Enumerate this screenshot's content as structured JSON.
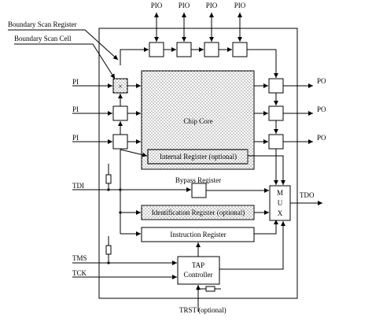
{
  "labels": {
    "boundary_scan_register": "Boundary Scan Register",
    "boundary_scan_cell": "Boundary Scan Cell",
    "pio": "PIO",
    "pi": "PI",
    "po": "PO",
    "chip_core": "Chip Core",
    "internal_register": "Internal Register (optional)",
    "bypass_register": "Bypass Register",
    "identification_register": "Identification Register (optional)",
    "instruction_register": "Instruction Register",
    "tap_line1": "TAP",
    "tap_line2": "Controller",
    "mux_letters": [
      "M",
      "U",
      "X"
    ],
    "tdi": "TDI",
    "tdo": "TDO",
    "tms": "TMS",
    "tck": "TCK",
    "trst": "TRST (optional)"
  },
  "colors": {
    "line": "#000000",
    "fill": "#ffffff",
    "dot_pattern": "#000000"
  }
}
